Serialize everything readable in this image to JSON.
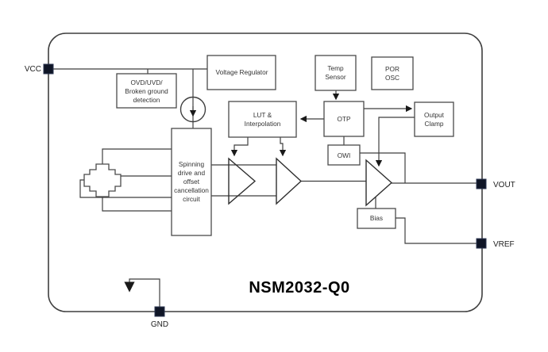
{
  "diagram": {
    "title": "NSM2032-Q0",
    "pins": {
      "vcc": "VCC",
      "vout": "VOUT",
      "vref": "VREF",
      "gnd": "GND"
    },
    "blocks": {
      "voltage_regulator": {
        "label": "Voltage Regulator"
      },
      "ovd": {
        "lines": [
          "OVD/UVD/",
          "Broken ground",
          "detection"
        ]
      },
      "temp_sensor": {
        "lines": [
          "Temp",
          "Sensor"
        ]
      },
      "por_osc": {
        "lines": [
          "POR",
          "OSC"
        ]
      },
      "lut": {
        "lines": [
          "LUT &",
          "Interpolation"
        ]
      },
      "otp": {
        "label": "OTP"
      },
      "owi": {
        "label": "OWI"
      },
      "output_clamp": {
        "lines": [
          "Output",
          "Clamp"
        ]
      },
      "bias": {
        "label": "Bias"
      },
      "spinning": {
        "lines": [
          "Spinning",
          "drive and",
          "offset",
          "cancellation",
          "circuit"
        ]
      }
    },
    "colors": {
      "wire": "#3f3f3f",
      "box_border": "#4a4a4a",
      "pad_fill": "#0f1526",
      "label_text": "#333333",
      "title_text": "#000000",
      "background": "#ffffff"
    }
  }
}
